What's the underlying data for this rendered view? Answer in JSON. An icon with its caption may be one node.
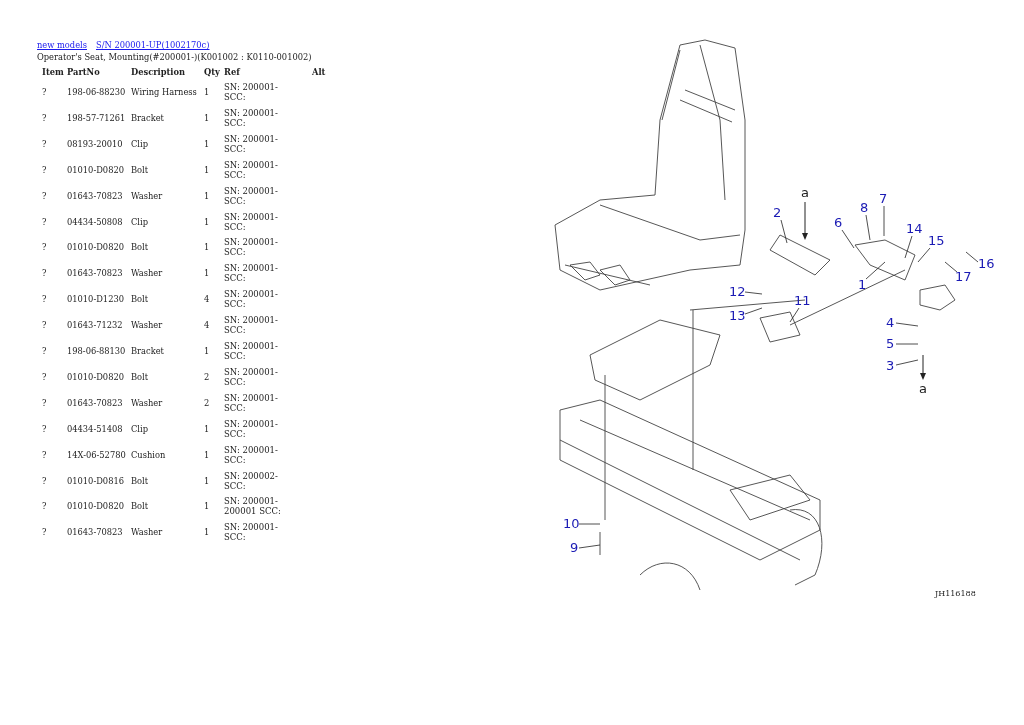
{
  "diagram": {
    "nodes": [
      {
        "text": [
          "1"
        ]
      },
      {
        "text": [
          "2"
        ]
      },
      {
        "text": [
          "3"
        ]
      },
      {
        "text": [
          "4"
        ]
      },
      {
        "text": [
          "5"
        ]
      },
      {
        "text": [
          "6"
        ]
      },
      {
        "text": [
          "7"
        ]
      },
      {
        "text": [
          "8"
        ]
      },
      {
        "text": [
          "9"
        ]
      },
      {
        "text": [
          "10"
        ]
      },
      {
        "text": [
          "11"
        ]
      },
      {
        "text": [
          "12"
        ]
      },
      {
        "text": [
          "13"
        ]
      },
      {
        "text": [
          "14"
        ]
      },
      {
        "text": [
          "15"
        ]
      },
      {
        "text": [
          "16"
        ]
      },
      {
        "text": [
          "17"
        ]
      }
    ],
    "edges": [
      {
        "from": 0,
        "to": null,
        "arrow": "none"
      },
      {
        "from": 1,
        "to": null,
        "arrow": "none"
      },
      {
        "from": 2,
        "to": null,
        "arrow": "none"
      },
      {
        "from": 3,
        "to": null,
        "arrow": "none"
      },
      {
        "from": 4,
        "to": null,
        "arrow": "none"
      },
      {
        "from": 5,
        "to": null,
        "arrow": "none"
      },
      {
        "from": 6,
        "to": null,
        "arrow": "none"
      },
      {
        "from": 7,
        "to": null,
        "arrow": "none"
      },
      {
        "from": 8,
        "to": null,
        "arrow": "none"
      },
      {
        "from": 9,
        "to": null,
        "arrow": "none"
      },
      {
        "from": 10,
        "to": null,
        "arrow": "none"
      },
      {
        "from": 11,
        "to": null,
        "arrow": "none"
      },
      {
        "from": 12,
        "to": null,
        "arrow": "none"
      },
      {
        "from": 13,
        "to": null,
        "arrow": "none"
      },
      {
        "from": 14,
        "to": null,
        "arrow": "none"
      },
      {
        "from": 15,
        "to": null,
        "arrow": "none"
      },
      {
        "from": 16,
        "to": null,
        "arrow": "none"
      }
    ],
    "labels": [
      "new models",
      "S/N 200001-UP(1002170c)",
      "Operator's Seat, Mounting(#200001-)(K001002 : K0110-001002)",
      "Item",
      "PartNo",
      "Description",
      "Qty",
      "Ref",
      "Alt",
      "?",
      "198-06-88230",
      "Wiring Harness",
      "1",
      "SN: 200001- SCC:",
      "?",
      "198-57-71261",
      "Bracket",
      "1",
      "SN: 200001- SCC:",
      "?",
      "08193-20010",
      "Clip",
      "1",
      "SN: 200001- SCC:",
      "?",
      "01010-D0820",
      "Bolt",
      "1",
      "SN: 200001- SCC:",
      "?",
      "01643-70823",
      "Washer",
      "1",
      "SN: 200001- SCC:",
      "?",
      "04434-50808",
      "Clip",
      "1",
      "SN: 200001- SCC:",
      "?",
      "01010-D0820",
      "Bolt",
      "1",
      "SN: 200001- SCC:",
      "?",
      "01643-70823",
      "Washer",
      "1",
      "SN: 200001- SCC:",
      "?",
      "01010-D1230",
      "Bolt",
      "4",
      "SN: 200001- SCC:",
      "?",
      "01643-71232",
      "Washer",
      "4",
      "SN: 200001- SCC:",
      "?",
      "198-06-88130",
      "Bracket",
      "1",
      "SN: 200001- SCC:",
      "?",
      "01010-D0820",
      "Bolt",
      "2",
      "SN: 200001- SCC:",
      "?",
      "01643-70823",
      "Washer",
      "2",
      "SN: 200001- SCC:",
      "?",
      "04434-51408",
      "Clip",
      "1",
      "SN: 200001- SCC:",
      "?",
      "14X-06-52780",
      "Cushion",
      "1",
      "SN: 200001- SCC:",
      "?",
      "01010-D0816",
      "Bolt",
      "1",
      "SN: 200002- SCC:",
      "?",
      "01010-D0820",
      "Bolt",
      "1",
      "SN: 200001-200001 SCC:",
      "?",
      "01643-70823",
      "Washer",
      "1",
      "SN: 200001- SCC:",
      "a",
      "a",
      "JH116188"
    ]
  }
}
